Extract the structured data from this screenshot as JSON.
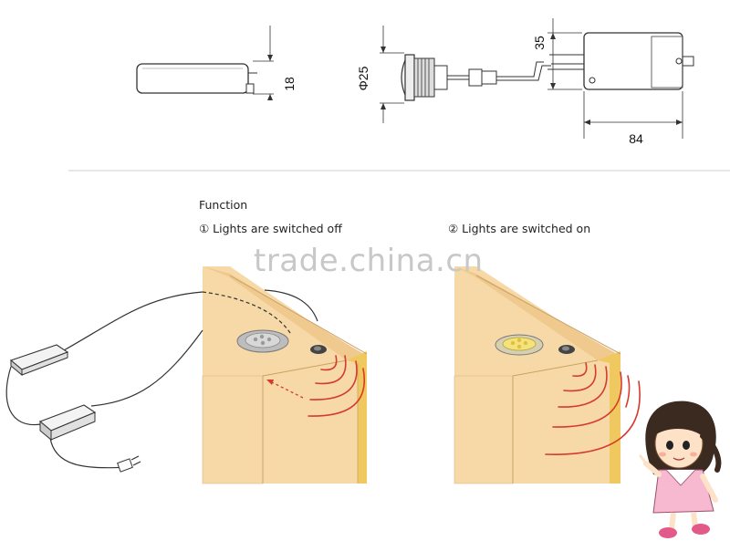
{
  "top_drawing": {
    "dim_height": "18",
    "dim_diameter": "Φ25",
    "dim_width": "35",
    "dim_length": "84"
  },
  "function": {
    "title": "Function",
    "caption_off": "① Lights are switched off",
    "caption_on": "② Lights are switched on"
  },
  "watermark": "trade.china.cn",
  "colors": {
    "wood": "#f7d9a8",
    "wood_edge": "#e8c080",
    "wood_side_strip": "#f0c860",
    "wave": "#d63a2c",
    "line": "#333333"
  },
  "icons": [
    "driver-box-icon",
    "sensor-switch-icon",
    "led-lamp-icon",
    "power-plug-icon",
    "girl-figure-icon"
  ]
}
